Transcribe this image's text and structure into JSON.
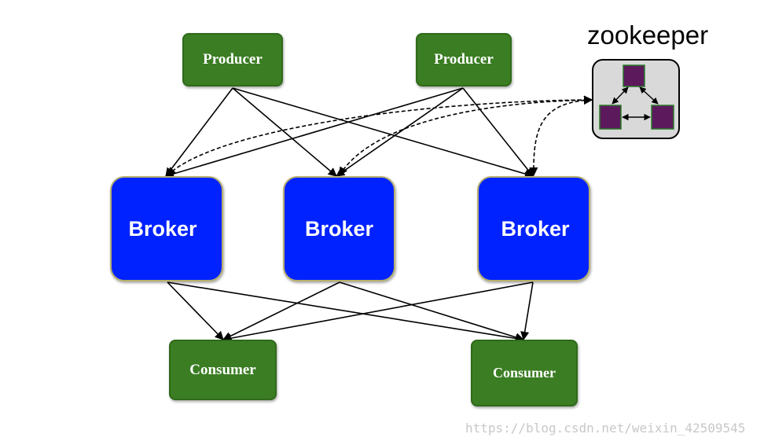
{
  "producers": [
    {
      "label": "Producer"
    },
    {
      "label": "Producer"
    }
  ],
  "brokers": [
    {
      "label": "Broker"
    },
    {
      "label": "Broker"
    },
    {
      "label": "Broker"
    }
  ],
  "consumers": [
    {
      "label": "Consumer"
    },
    {
      "label": "Consumer"
    }
  ],
  "zookeeper": {
    "title": "zookeeper",
    "node_count": 3
  },
  "watermark": "https://blog.csdn.net/weixin_42509545",
  "colors": {
    "producer_consumer_fill": "#3b7d23",
    "broker_fill": "#0022ff",
    "zookeeper_node_fill": "#5c1a5c",
    "zookeeper_box_fill": "#d9d9d9"
  }
}
